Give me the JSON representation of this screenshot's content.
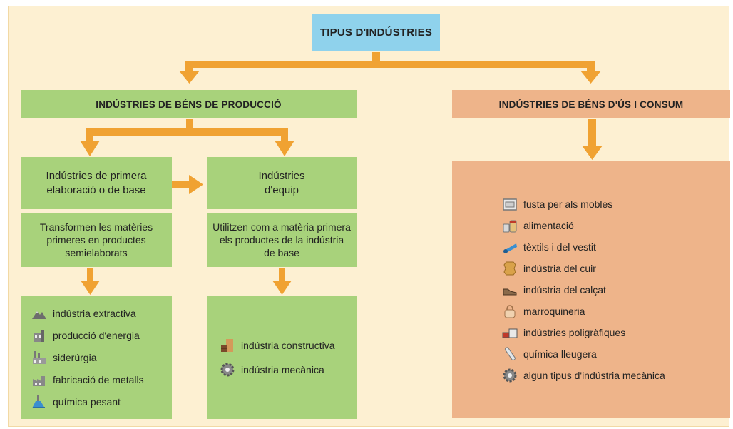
{
  "root": {
    "title": "TIPUS D'INDÚSTRIES"
  },
  "production": {
    "title": "INDÚSTRIES DE BÉNS DE PRODUCCIÓ",
    "base": {
      "title_line1": "Indústries de primera",
      "title_line2": "elaboració o de base",
      "desc_line1": "Transformen les matèries",
      "desc_line2": "primeres en productes",
      "desc_line3": "semielaborats",
      "items": [
        {
          "label": "indústria extractiva",
          "icon": "mountain-icon"
        },
        {
          "label": "producció d'energia",
          "icon": "power-plant-icon"
        },
        {
          "label": "siderúrgia",
          "icon": "steel-mill-icon"
        },
        {
          "label": "fabricació de metalls",
          "icon": "factory-icon"
        },
        {
          "label": "química pesant",
          "icon": "chemical-plant-icon"
        }
      ]
    },
    "equipment": {
      "title_line1": "Indústries",
      "title_line2": "d'equip",
      "desc_line1": "Utilitzen com a matèria primera",
      "desc_line2": "els productes de la indústria",
      "desc_line3": "de base",
      "items": [
        {
          "label": "indústria constructiva",
          "icon": "bricks-icon"
        },
        {
          "label": "indústria mecànica",
          "icon": "gear-icon"
        }
      ]
    }
  },
  "consumer": {
    "title": "INDÚSTRIES DE BÉNS D'ÚS I CONSUM",
    "items": [
      {
        "label": "fusta per als mobles",
        "icon": "drawer-icon"
      },
      {
        "label": "alimentació",
        "icon": "jars-icon"
      },
      {
        "label": "tèxtils i del vestit",
        "icon": "fabric-roll-icon"
      },
      {
        "label": "indústria del cuir",
        "icon": "leather-hide-icon"
      },
      {
        "label": "indústria del calçat",
        "icon": "shoe-icon"
      },
      {
        "label": "marroquineria",
        "icon": "handbag-icon"
      },
      {
        "label": "indústries poligràfiques",
        "icon": "books-icon"
      },
      {
        "label": "química lleugera",
        "icon": "test-tube-icon"
      },
      {
        "label": "algun tipus d'indústria mecànica",
        "icon": "gear-icon"
      }
    ]
  },
  "colors": {
    "background": "#fdf0d2",
    "production_green": "#a8d27b",
    "consumer_salmon": "#eeb48a",
    "root_blue": "#8fd2ec",
    "arrow_orange": "#f0a232"
  }
}
